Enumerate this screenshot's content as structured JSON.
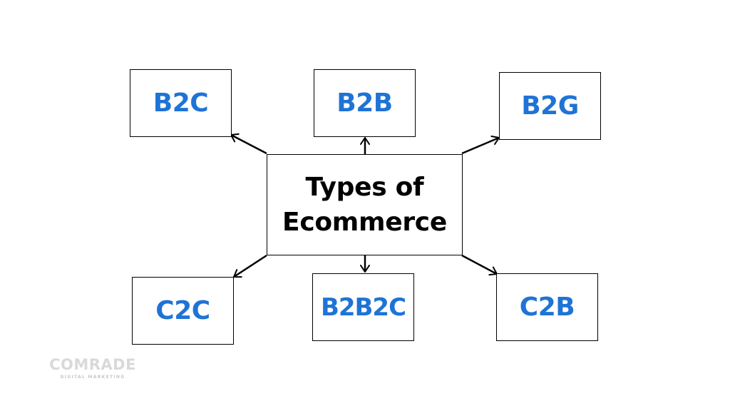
{
  "diagram": {
    "center": {
      "line1": "Types of",
      "line2": "Ecommerce"
    },
    "nodes": {
      "b2c": "B2C",
      "b2b": "B2B",
      "b2g": "B2G",
      "c2c": "C2C",
      "b2b2c": "B2B2C",
      "c2b": "C2B"
    },
    "colors": {
      "node_text": "#1f73d6",
      "center_text": "#000000",
      "border": "#000000",
      "arrow": "#000000",
      "logo": "#d9d9d9"
    }
  },
  "logo": {
    "name": "COMRADE",
    "tagline": "DIGITAL MARKETING"
  }
}
